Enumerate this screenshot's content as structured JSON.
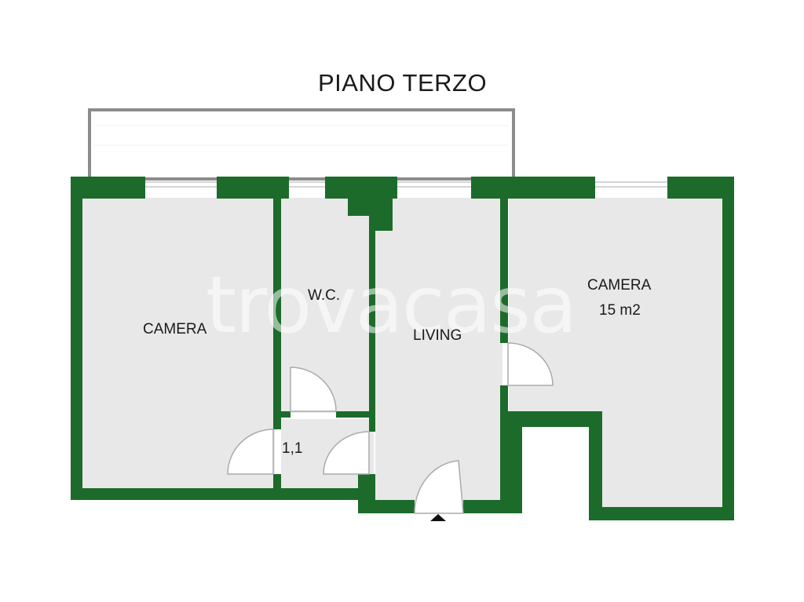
{
  "title": "PIANO TERZO",
  "watermark": "trovacasa",
  "colors": {
    "wall": "#1c6b2b",
    "floor": "#e8e8e8",
    "balcony_outline": "#8c8c8c",
    "door": "#aaaaaa",
    "text": "#1a1a1a",
    "entrance_arrow": "#111111"
  },
  "rooms": {
    "camera_left": {
      "name": "CAMERA"
    },
    "wc": {
      "name": "W.C."
    },
    "corridor": {
      "name": "1,1"
    },
    "living": {
      "name": "LIVING"
    },
    "camera_right": {
      "name": "CAMERA",
      "area": "15 m2"
    }
  }
}
